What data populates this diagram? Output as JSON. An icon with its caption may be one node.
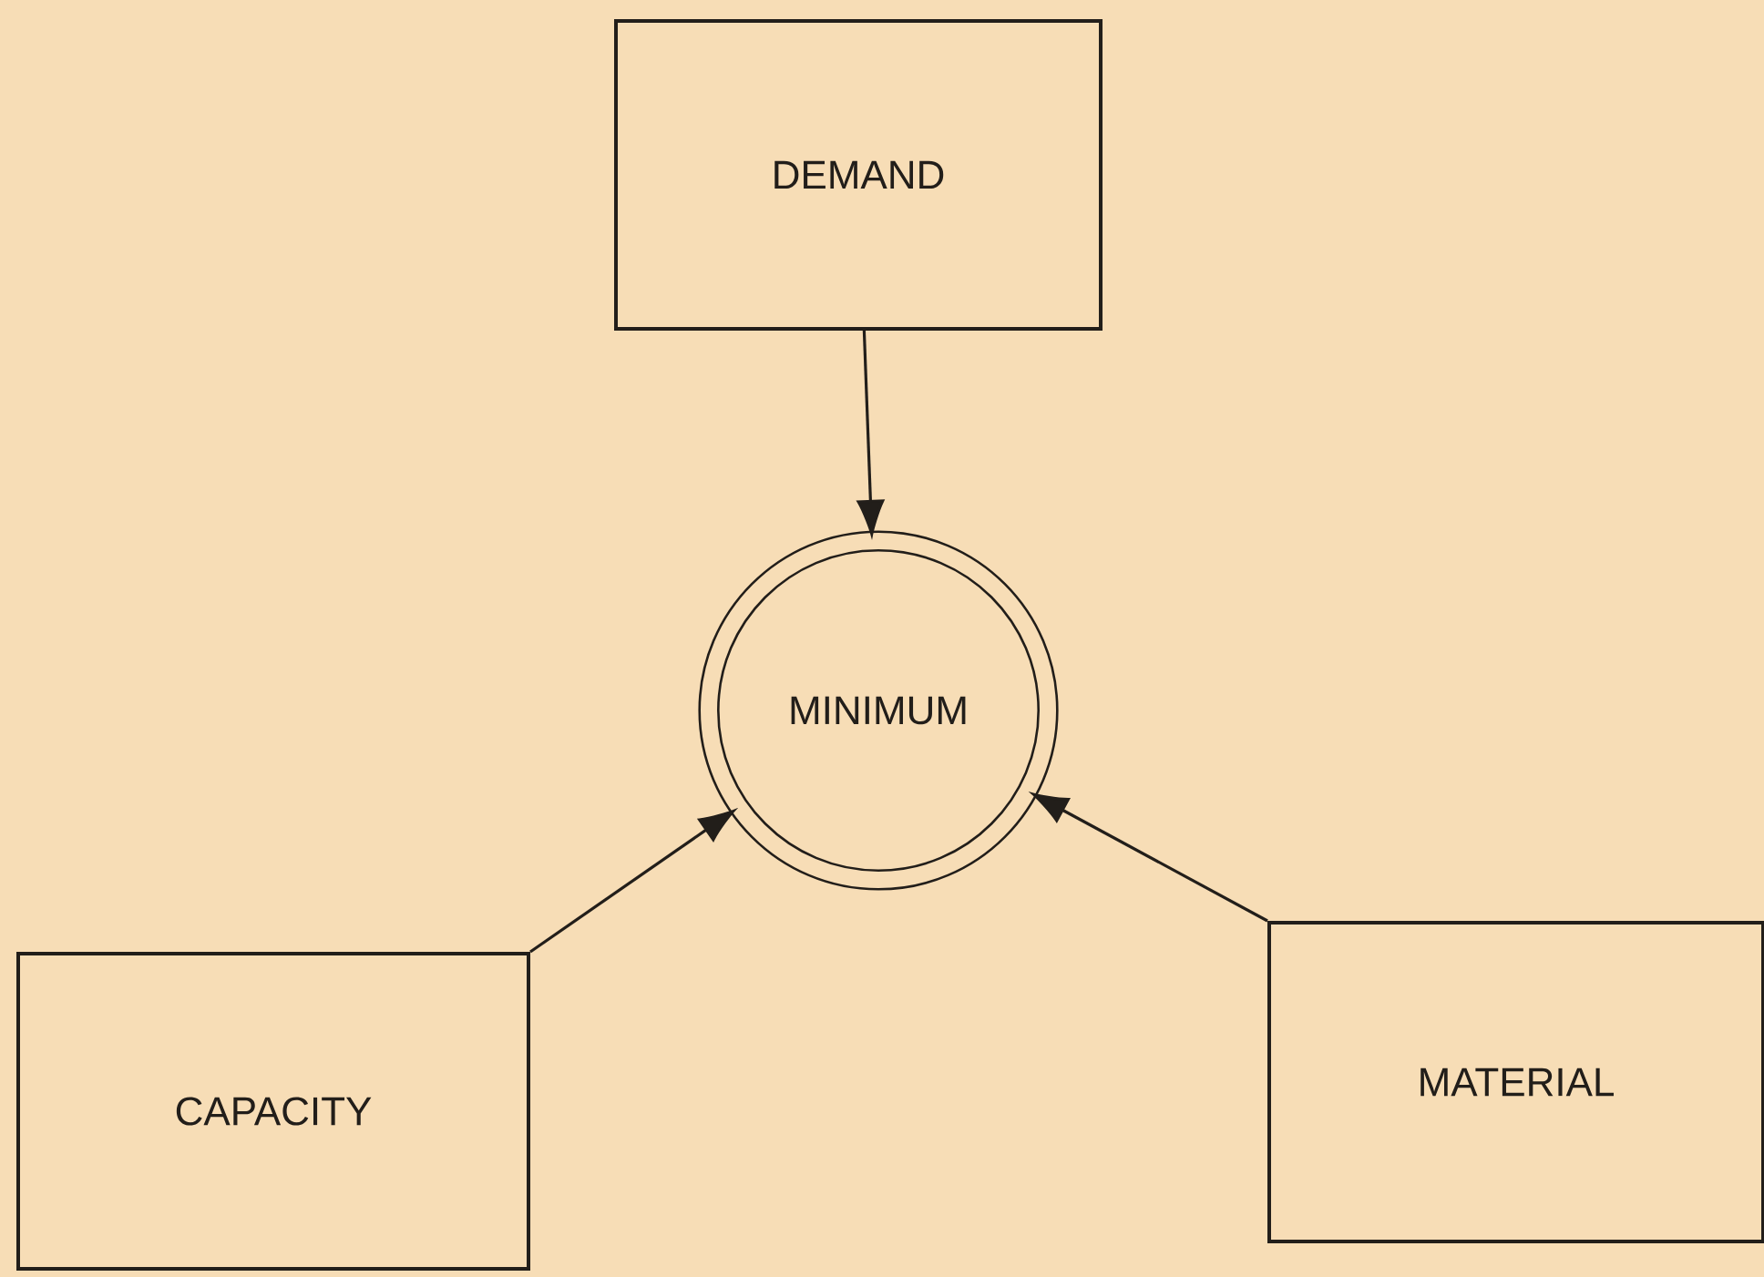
{
  "diagram": {
    "nodes": [
      {
        "text": [
          "DEMAND"
        ]
      },
      {
        "text": [
          "MINIMUM"
        ]
      },
      {
        "text": [
          "CAPACITY"
        ]
      },
      {
        "text": [
          "MATERIAL"
        ]
      }
    ],
    "edges": [
      {
        "from": 0,
        "to": 1,
        "arrow": "to"
      },
      {
        "from": 2,
        "to": 1,
        "arrow": "to"
      },
      {
        "from": 3,
        "to": 1,
        "arrow": "to"
      }
    ]
  }
}
